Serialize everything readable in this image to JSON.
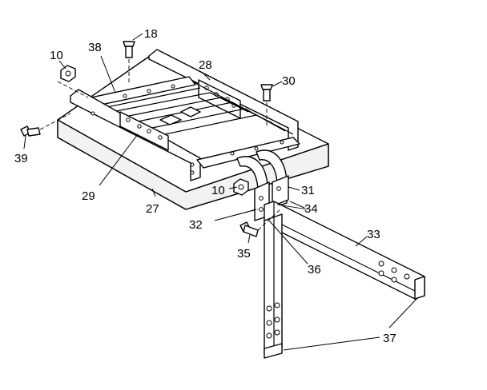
{
  "callouts": {
    "c10a": "10",
    "c10b": "10",
    "c18": "18",
    "c27": "27",
    "c28": "28",
    "c29": "29",
    "c30": "30",
    "c31": "31",
    "c32": "32",
    "c33": "33",
    "c34": "34",
    "c35": "35",
    "c36": "36",
    "c37": "37",
    "c38": "38",
    "c39": "39"
  }
}
